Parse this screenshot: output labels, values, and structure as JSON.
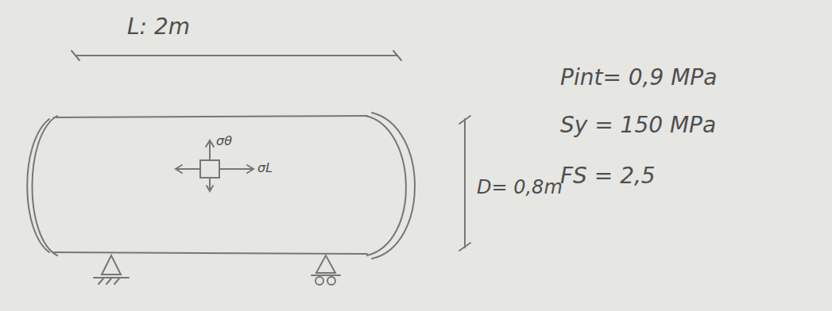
{
  "diagram": {
    "labels": [
      "L: 2m",
      "σθ",
      "σL",
      "D= 0,8m",
      "Pint= 0,9 MPa",
      "Sy = 150 MPa",
      "FS = 2,5"
    ]
  }
}
